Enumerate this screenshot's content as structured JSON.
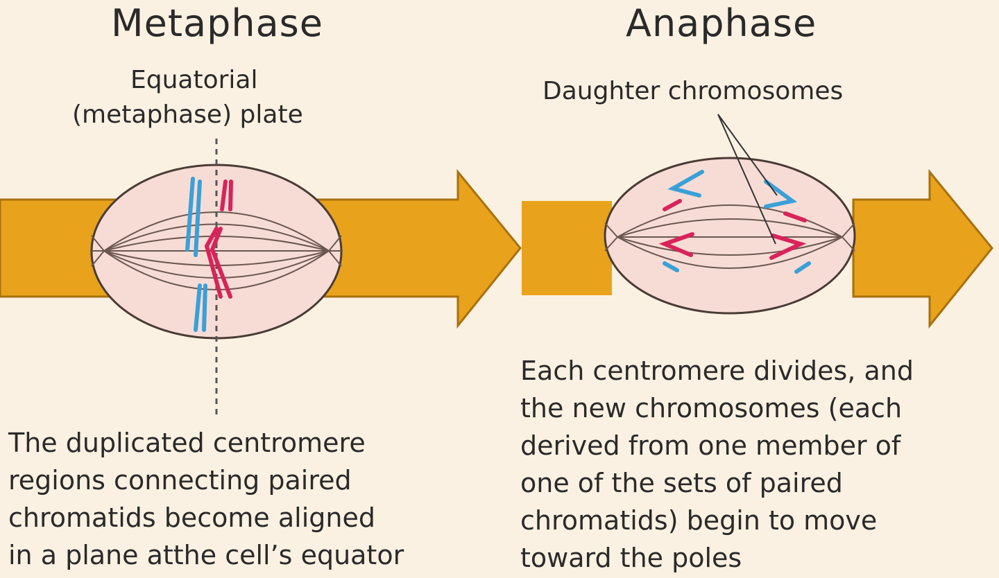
{
  "metaphase": {
    "title": "Metaphase",
    "plate_label": [
      "Equatorial",
      "(metaphase) plate"
    ],
    "description": [
      "The duplicated centromere",
      "regions connecting paired",
      "chromatids become aligned",
      "in a plane atthe cell’s equator"
    ]
  },
  "anaphase": {
    "title": "Anaphase",
    "chromosome_label": "Daughter chromosomes",
    "description": [
      "Each centromere divides, and",
      "the new chromosomes (each",
      "derived from one member of",
      "one of the sets of paired",
      "chromatids) begin to move",
      "toward the poles"
    ]
  },
  "colors": {
    "background": "#fbf1e2",
    "arrow": "#e8a21c",
    "arrow_outline": "#a9700c",
    "cell_fill": "#f7dcd6",
    "cell_outline": "#4a3b35",
    "spindle": "#6b5650",
    "chromosome_blue": "#3aa0d8",
    "chromosome_red": "#d8245a"
  }
}
